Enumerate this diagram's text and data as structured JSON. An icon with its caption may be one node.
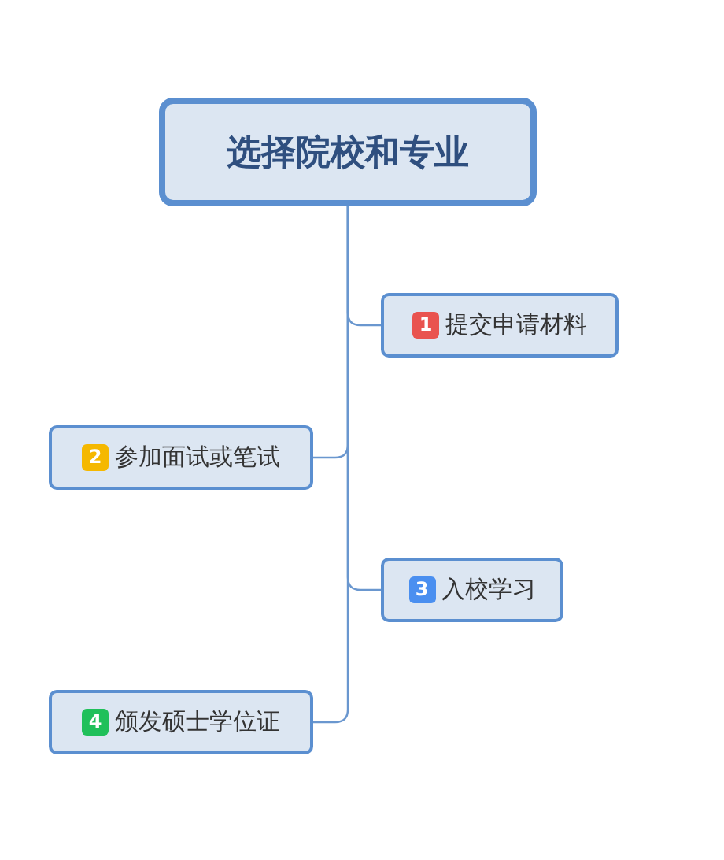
{
  "diagram": {
    "nodes": [
      {
        "text": [
          "选择院校和专业"
        ]
      },
      {
        "text": [
          "1",
          "提交申请材料"
        ]
      },
      {
        "text": [
          "2",
          "参加面试或笔试"
        ]
      },
      {
        "text": [
          "3",
          "入校学习"
        ]
      },
      {
        "text": [
          "4",
          "颁发硕士学位证"
        ]
      }
    ],
    "edges": [
      {
        "from": 0,
        "to": 1,
        "arrow": "none"
      },
      {
        "from": 0,
        "to": 2,
        "arrow": "none"
      },
      {
        "from": 0,
        "to": 3,
        "arrow": "none"
      },
      {
        "from": 0,
        "to": 4,
        "arrow": "none"
      }
    ]
  }
}
